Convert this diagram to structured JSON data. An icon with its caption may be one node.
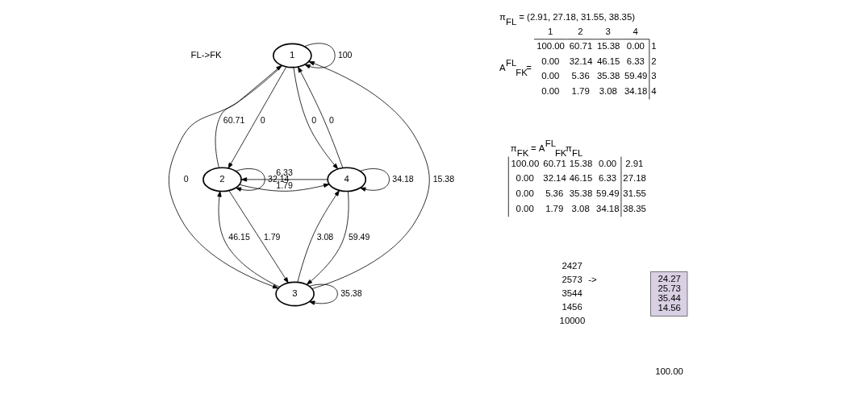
{
  "diagram": {
    "nodes": [
      {
        "text": [
          "1"
        ]
      },
      {
        "text": [
          "2"
        ]
      },
      {
        "text": [
          "3"
        ]
      },
      {
        "text": [
          "4"
        ]
      },
      {
        "text": [
          "24.27",
          "25.73",
          "35.44",
          "14.56"
        ]
      }
    ],
    "edges": [
      {
        "from": 0,
        "to": 0,
        "arrow": "to",
        "label": "100"
      },
      {
        "from": 0,
        "to": 3,
        "arrow": "to",
        "label": "0"
      },
      {
        "from": 3,
        "to": 0,
        "arrow": "to",
        "label": "0"
      },
      {
        "from": 0,
        "to": 1,
        "arrow": "to",
        "label": "0"
      },
      {
        "from": 1,
        "to": 0,
        "arrow": "to",
        "label": "60.71"
      },
      {
        "from": 0,
        "to": 2,
        "arrow": "to",
        "label": "0"
      },
      {
        "from": 2,
        "to": 0,
        "arrow": "to",
        "label": "15.38"
      },
      {
        "from": 3,
        "to": 3,
        "arrow": "to",
        "label": "34.18"
      },
      {
        "from": 1,
        "to": 1,
        "arrow": "to",
        "label": "32.14"
      },
      {
        "from": 3,
        "to": 1,
        "arrow": "to",
        "label": "6.33"
      },
      {
        "from": 3,
        "to": 2,
        "arrow": "to",
        "label": "59.49"
      },
      {
        "from": 2,
        "to": 3,
        "arrow": "to",
        "label": "3.08"
      },
      {
        "from": 1,
        "to": 2,
        "arrow": "to",
        "label": "1.79"
      },
      {
        "from": 2,
        "to": 1,
        "arrow": "to",
        "label": "46.15"
      },
      {
        "from": 2,
        "to": 2,
        "arrow": "to",
        "label": "35.38"
      },
      {
        "from": 1,
        "to": 3,
        "arrow": "to",
        "label": "1.79"
      }
    ],
    "labels": [
      "FL->FK",
      "π$_{FL}$ = (2.91, 27.18, 31.55, 38.35)",
      "1",
      "2",
      "3",
      "4",
      "A$^{FL}$$_{FK}$=",
      "100.00",
      "60.71",
      "15.38",
      "0.00",
      "1",
      "0.00",
      "32.14",
      "46.15",
      "6.33",
      "2",
      "0.00",
      "5.36",
      "35.38",
      "59.49",
      "3",
      "0.00",
      "1.79",
      "3.08",
      "34.18",
      "4",
      "π$_{FK}$ = A$^{FL}$$_{FK}$π$_{FL}$",
      "100.00",
      "60.71",
      "15.38",
      "0.00",
      "2.91",
      "0.00",
      "32.14",
      "46.15",
      "6.33",
      "27.18",
      "0.00",
      "5.36",
      "35.38",
      "59.49",
      "31.55",
      "0.00",
      "1.79",
      "3.08",
      "34.18",
      "38.35",
      "2427",
      "2573",
      "->",
      "3544",
      "1456",
      "10000",
      "100.00"
    ]
  }
}
